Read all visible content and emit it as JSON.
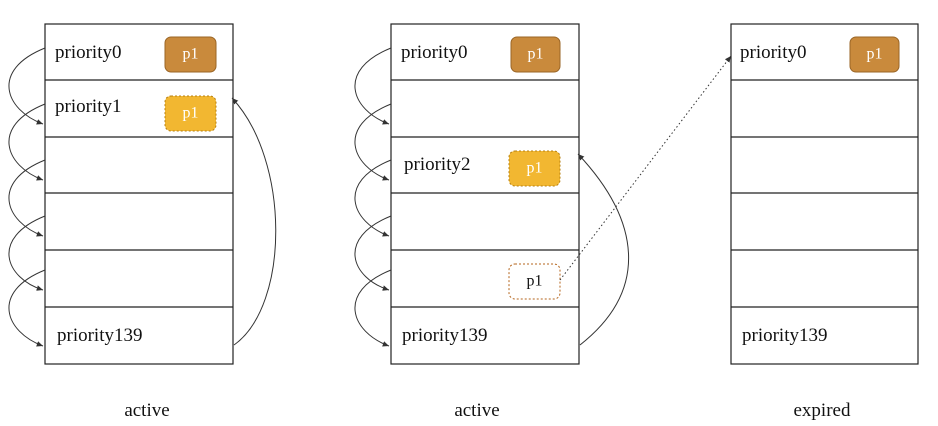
{
  "colors": {
    "badge_dark": "#c98a3c",
    "badge_dark_border": "#9a6526",
    "badge_light": "#f2b731",
    "badge_light_border": "#b57f10",
    "badge_empty_border": "#b5651d",
    "line": "#333333"
  },
  "columns": [
    {
      "caption": "active",
      "rows": [
        {
          "label": "priority0",
          "badge": {
            "text": "p1",
            "style": "dark"
          }
        },
        {
          "label": "priority1",
          "badge": {
            "text": "p1",
            "style": "light-dashed"
          }
        },
        {
          "label": "",
          "badge": null
        },
        {
          "label": "",
          "badge": null
        },
        {
          "label": "",
          "badge": null
        },
        {
          "label": "priority139",
          "badge": null
        }
      ]
    },
    {
      "caption": "active",
      "rows": [
        {
          "label": "priority0",
          "badge": {
            "text": "p1",
            "style": "dark"
          }
        },
        {
          "label": "",
          "badge": null
        },
        {
          "label": "priority2",
          "badge": {
            "text": "p1",
            "style": "light-dashed"
          }
        },
        {
          "label": "",
          "badge": null
        },
        {
          "label": "",
          "badge": {
            "text": "p1",
            "style": "empty-dashed"
          }
        },
        {
          "label": "priority139",
          "badge": null
        }
      ]
    },
    {
      "caption": "expired",
      "rows": [
        {
          "label": "priority0",
          "badge": {
            "text": "p1",
            "style": "dark"
          }
        },
        {
          "label": "",
          "badge": null
        },
        {
          "label": "",
          "badge": null
        },
        {
          "label": "",
          "badge": null
        },
        {
          "label": "",
          "badge": null
        },
        {
          "label": "priority139",
          "badge": null
        }
      ]
    }
  ]
}
